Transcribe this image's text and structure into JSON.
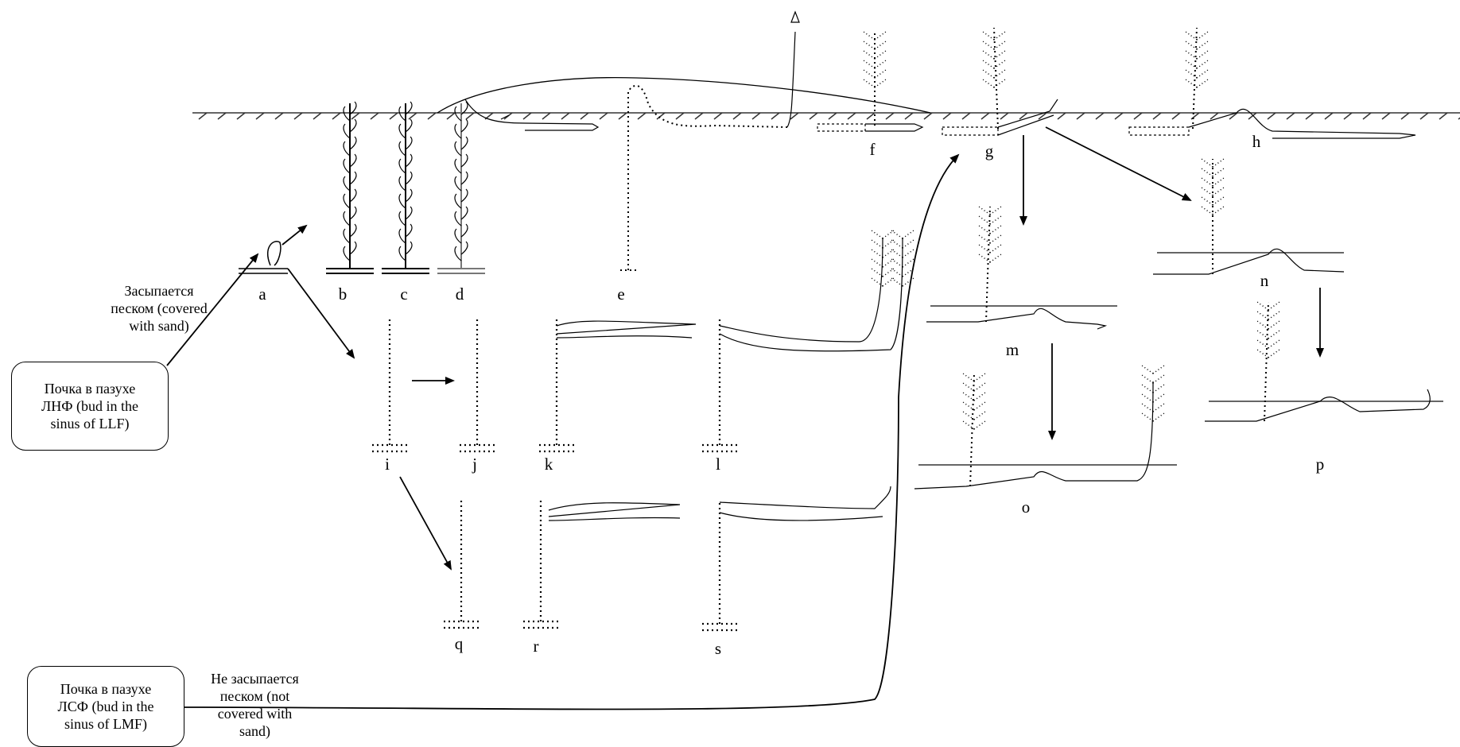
{
  "boxes": {
    "llf_bud": "Почка в пазухе\nЛНФ (bud in the\nsinus of LLF)",
    "lmf_bud": "Почка в пазухе\nЛСФ (bud in the\nsinus of LMF)"
  },
  "notes": {
    "covered": "Засыпается\nпеском (covered\nwith sand)",
    "not_covered": "Не засыпается\nпеском (not\ncovered with\nsand)"
  },
  "stage_labels": {
    "a": "a",
    "b": "b",
    "c": "c",
    "d": "d",
    "e": "e",
    "f": "f",
    "g": "g",
    "h": "h",
    "i": "i",
    "j": "j",
    "k": "k",
    "l": "l",
    "m": "m",
    "n": "n",
    "o": "o",
    "p": "p",
    "q": "q",
    "r": "r",
    "s": "s"
  },
  "colors": {
    "ink": "#000000",
    "ground": "#333333",
    "faded": "#777777"
  }
}
